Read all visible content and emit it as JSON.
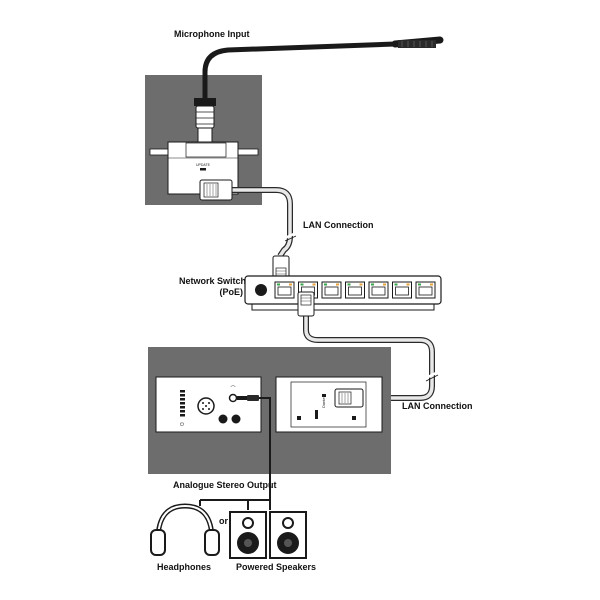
{
  "labels": {
    "microphone_input": "Microphone Input",
    "lan_connection_top": "LAN Connection",
    "network_switch": "Network Switch",
    "poe": "(PoE)",
    "lan_connection_bottom": "LAN Connection",
    "analogue_output": "Analogue Stereo Output",
    "or": "or",
    "headphones": "Headphones",
    "powered_speakers": "Powered Speakers"
  },
  "device_text": {
    "mic_plate_update": "UPDATE",
    "dante_label": "Dante"
  },
  "colors": {
    "wall_panel": "#6d6d6d",
    "faceplate": "#ffffff",
    "cable_outer": "#2a2a2a",
    "cable_inner": "#e8e8e8",
    "port_green": "#3aa54a",
    "port_orange": "#e8a33a",
    "outline": "#1a1a1a"
  },
  "icons": [
    "microphone-icon",
    "rj45-plug-icon",
    "headphones-icon",
    "speaker-icon",
    "power-button-icon",
    "jack-3.5mm-icon"
  ]
}
